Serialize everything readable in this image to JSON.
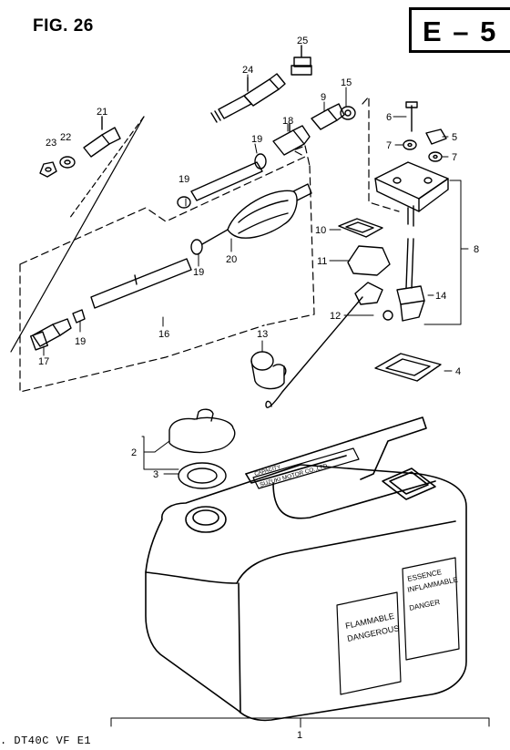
{
  "figure": {
    "title": "FIG. 26",
    "section_code": "E – 5",
    "model_line": ". DT40C  VF  E1"
  },
  "labels": {
    "p1": "1",
    "p2": "2",
    "p3": "3",
    "p4": "4",
    "p5": "5",
    "p6": "6",
    "p7a": "7",
    "p7b": "7",
    "p8": "8",
    "p9": "9",
    "p10": "10",
    "p11": "11",
    "p12": "12",
    "p13": "13",
    "p14": "14",
    "p15": "15",
    "p16": "16",
    "p17": "17",
    "p18": "18",
    "p19a": "19",
    "p19b": "19",
    "p19c": "19",
    "p19d": "19",
    "p20": "20",
    "p21": "21",
    "p22": "22",
    "p23": "23",
    "p24": "24",
    "p25": "25"
  },
  "tank_decals": {
    "left_1": "FLAMMABLE",
    "left_2": "DANGEROUS",
    "right_1": "ESSENCE",
    "right_2": "INFLAMMABLE",
    "right_3": "DANGER",
    "handle": "SUZUKI MOTOR CO.,LTD",
    "handle_cap": "CAPACITY"
  }
}
